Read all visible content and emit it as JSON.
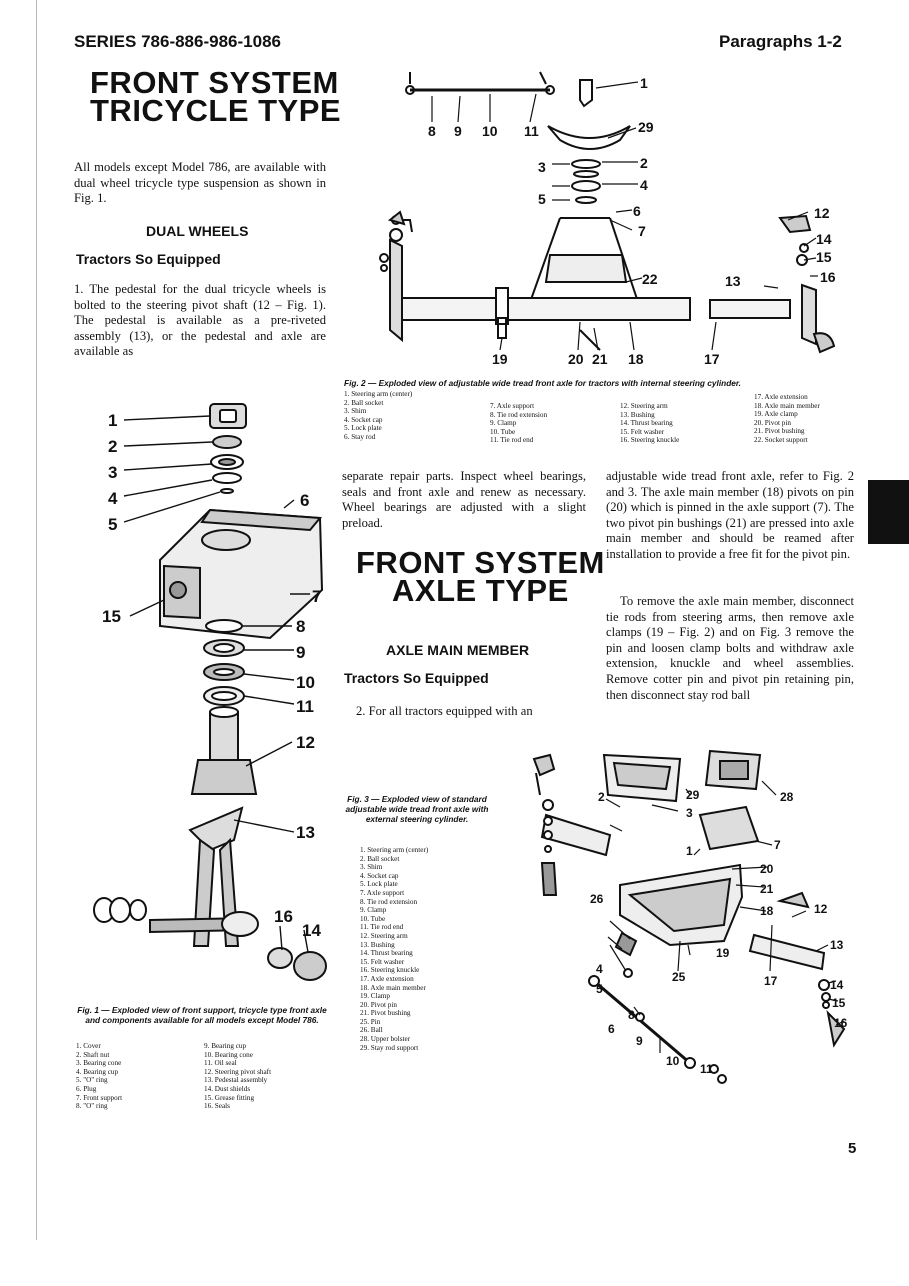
{
  "header": {
    "left": "SERIES 786-886-986-1086",
    "right": "Paragraphs 1-2"
  },
  "section1": {
    "title_line1": "FRONT SYSTEM",
    "title_line2": "TRICYCLE TYPE",
    "intro": "All models except Model 786, are available with dual wheel tricycle type suspension as shown in Fig. 1.",
    "heading": "DUAL WHEELS",
    "subheading": "Tractors So Equipped",
    "para1": "1. The pedestal for the dual tricycle wheels is bolted to the steering pivot shaft (12 – Fig. 1). The pedestal is available as a pre-riveted assembly (13), or the pedestal and axle are available as"
  },
  "fig2": {
    "caption": "Fig. 2 — Exploded view of adjustable wide tread front axle for tractors with internal steering cylinder.",
    "legend_col1": [
      "1. Steering arm (center)",
      "2. Ball socket",
      "3. Shim",
      "4. Socket cap",
      "5. Lock plate",
      "6. Stay rod"
    ],
    "legend_col2": [
      "7. Axle support",
      "8. Tie rod extension",
      "9. Clamp",
      "10. Tube",
      "11. Tie rod end"
    ],
    "legend_col3": [
      "12. Steering arm",
      "13. Bushing",
      "14. Thrust bearing",
      "15. Felt washer",
      "16. Steering knuckle"
    ],
    "legend_col4": [
      "17. Axle extension",
      "18. Axle main member",
      "19. Axle clamp",
      "20. Pivot pin",
      "21. Pivot bushing",
      "22. Socket support"
    ],
    "labels": [
      "1",
      "2",
      "3",
      "4",
      "5",
      "6",
      "7",
      "8",
      "9",
      "10",
      "11",
      "12",
      "13",
      "14",
      "15",
      "16",
      "17",
      "18",
      "19",
      "20",
      "21",
      "22",
      "29"
    ]
  },
  "section2": {
    "col1_text": "separate repair parts. Inspect wheel bearings, seals and front axle and renew as necessary. Wheel bearings are adjusted with a slight preload.",
    "title_line1": "FRONT SYSTEM",
    "title_line2": "AXLE TYPE",
    "heading": "AXLE MAIN MEMBER",
    "subheading": "Tractors So Equipped",
    "para2_start": "2. For all tractors equipped with an",
    "col2_text1": "adjustable wide tread front axle, refer to Fig. 2 and 3. The axle main member (18) pivots on pin (20) which is pinned in the axle support (7). The two pivot pin bushings (21) are pressed into axle main member and should be reamed after installation to provide a free fit for the pivot pin.",
    "col2_text2": "To remove the axle main member, disconnect tie rods from steering arms, then remove axle clamps (19 – Fig. 2) and on Fig. 3 remove the pin and loosen clamp bolts and withdraw axle extension, knuckle and wheel assemblies. Remove cotter pin and pivot pin retaining pin, then disconnect stay rod ball"
  },
  "fig1": {
    "caption": "Fig. 1 — Exploded view of front support, tricycle type front axle and components available for all models except Model 786.",
    "legend_col1": [
      "1. Cover",
      "2. Shaft nut",
      "3. Bearing cone",
      "4. Bearing cup",
      "5. \"O\" ring",
      "6. Plug",
      "7. Front support",
      "8. \"O\" ring"
    ],
    "legend_col2": [
      "9. Bearing cup",
      "10. Bearing cone",
      "11. Oil seal",
      "12. Steering pivot shaft",
      "13. Pedestal assembly",
      "14. Dust shields",
      "15. Grease fitting",
      "16. Seals"
    ],
    "labels": [
      "1",
      "2",
      "3",
      "4",
      "5",
      "6",
      "7",
      "8",
      "9",
      "10",
      "11",
      "12",
      "13",
      "14",
      "15",
      "16"
    ]
  },
  "fig3": {
    "caption": "Fig. 3 — Exploded view of standard adjustable wide tread front axle with external steering cylinder.",
    "legend": [
      "1. Steering arm (center)",
      "2. Ball socket",
      "3. Shim",
      "4. Socket cap",
      "5. Lock plate",
      "7. Axle support",
      "8. Tie rod extension",
      "9. Clamp",
      "10. Tube",
      "11. Tie rod end",
      "12. Steering arm",
      "13. Bushing",
      "14. Thrust bearing",
      "15. Felt washer",
      "16. Steering knuckle",
      "17. Axle extension",
      "18. Axle main member",
      "19. Clamp",
      "20. Pivot pin",
      "21. Pivot bushing",
      "25. Pin",
      "26. Ball",
      "28. Upper bolster",
      "29. Stay rod support"
    ],
    "labels": [
      "1",
      "2",
      "3",
      "4",
      "5",
      "6",
      "7",
      "8",
      "9",
      "10",
      "11",
      "12",
      "13",
      "14",
      "15",
      "16",
      "17",
      "18",
      "19",
      "20",
      "21",
      "25",
      "26",
      "28",
      "29"
    ]
  },
  "page_number": "5"
}
